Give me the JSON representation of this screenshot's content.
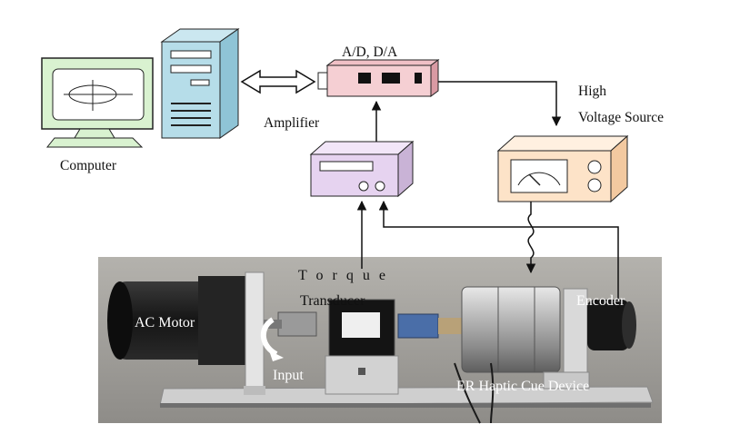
{
  "labels": {
    "computer": "Computer",
    "adda": "A/D, D/A",
    "amplifier": "Amplifier",
    "high_voltage_line1": "High",
    "high_voltage_line2": "Voltage Source",
    "torque_line1": "T o r q u e",
    "torque_line2": "Transducer",
    "ac_motor": "AC Motor",
    "input": "Input",
    "encoder": "Encoder",
    "er_device": "ER Haptic Cue Device"
  },
  "colors": {
    "monitor": "#d9f2d0",
    "tower": "#b6dde9",
    "adda_board": "#f5cfd3",
    "amplifier": "#e6d3f0",
    "hv_source": "#fde3c8",
    "photo_bg": "#a9a7a2"
  }
}
